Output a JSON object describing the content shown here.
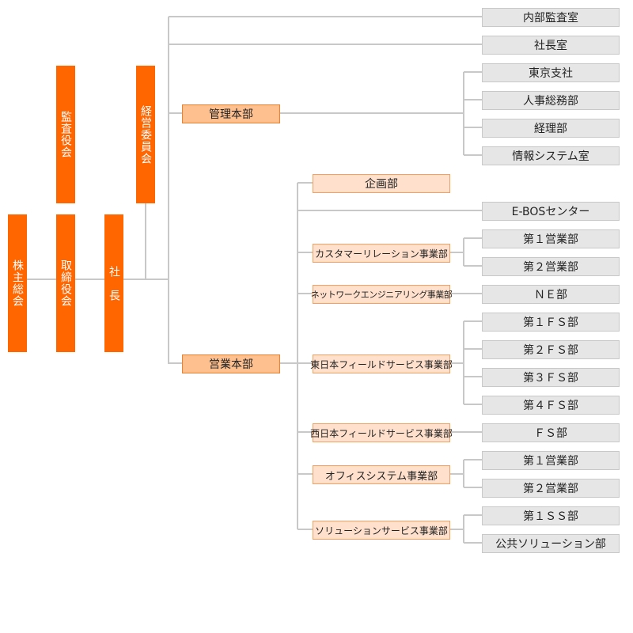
{
  "top": {
    "shareholders": "株主総会",
    "board": "取締役会",
    "president": "社　長",
    "auditors": "監査役会",
    "management_committee": "経営委員会"
  },
  "direct": [
    "内部監査室",
    "社長室"
  ],
  "admin": {
    "label": "管理本部",
    "departments": [
      "東京支社",
      "人事総務部",
      "経理部",
      "情報システム室"
    ]
  },
  "sales": {
    "label": "営業本部",
    "planning": "企画部",
    "ebos": "E-BOSセンター",
    "divisions": [
      {
        "label": "カスタマーリレーション事業部",
        "departments": [
          "第１営業部",
          "第２営業部"
        ]
      },
      {
        "label": "ネットワークエンジニアリング事業部",
        "departments": [
          "ＮＥ部"
        ]
      },
      {
        "label": "東日本フィールドサービス事業部",
        "departments": [
          "第１ＦＳ部",
          "第２ＦＳ部",
          "第３ＦＳ部",
          "第４ＦＳ部"
        ]
      },
      {
        "label": "西日本フィールドサービス事業部",
        "departments": [
          "ＦＳ部"
        ]
      },
      {
        "label": "オフィスシステム事業部",
        "departments": [
          "第１営業部",
          "第２営業部"
        ]
      },
      {
        "label": "ソリューションサービス事業部",
        "departments": [
          "第１ＳＳ部",
          "公共ソリューション部"
        ]
      }
    ]
  },
  "colors": {
    "executive": "#ff6600",
    "headquarters": "#ffc090",
    "division": "#ffe0cc",
    "department": "#e6e6e6",
    "line": "#c8c8c8"
  }
}
